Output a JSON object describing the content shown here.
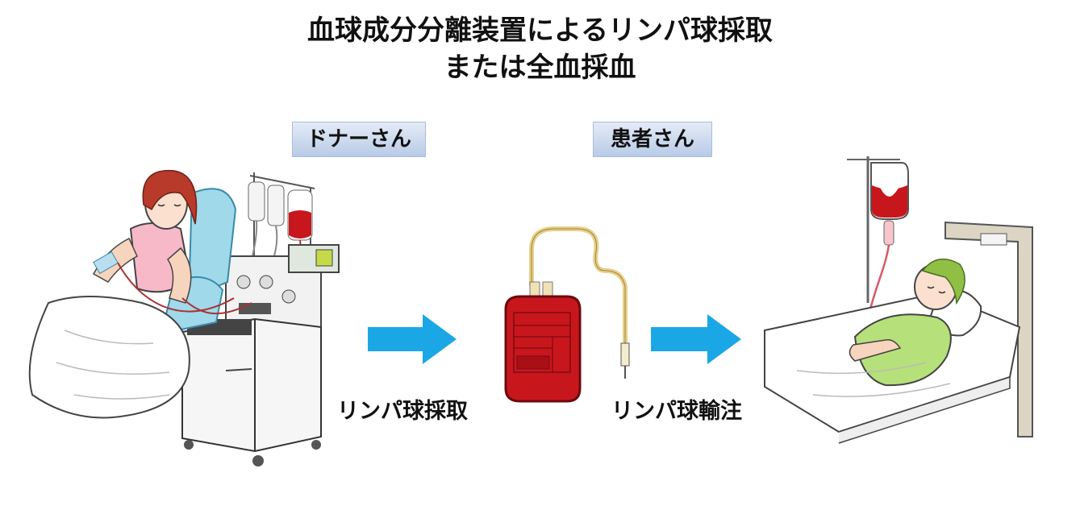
{
  "title": {
    "line1": "血球成分分離装置によるリンパ球採取",
    "line2": "または全血採血"
  },
  "labels": {
    "donor": "ドナーさん",
    "patient": "患者さん"
  },
  "steps": {
    "collect": "リンパ球採取",
    "infuse": "リンパ球輸注"
  },
  "colors": {
    "arrow": "#1ba7e6",
    "blood": "#c8161d",
    "tag_bg": "#c9d7ee",
    "tube": "#e8d08a"
  },
  "icons": [
    "donor-on-apheresis-machine-illustration",
    "blood-bag-icon",
    "patient-in-bed-illustration",
    "right-arrow-icon"
  ]
}
